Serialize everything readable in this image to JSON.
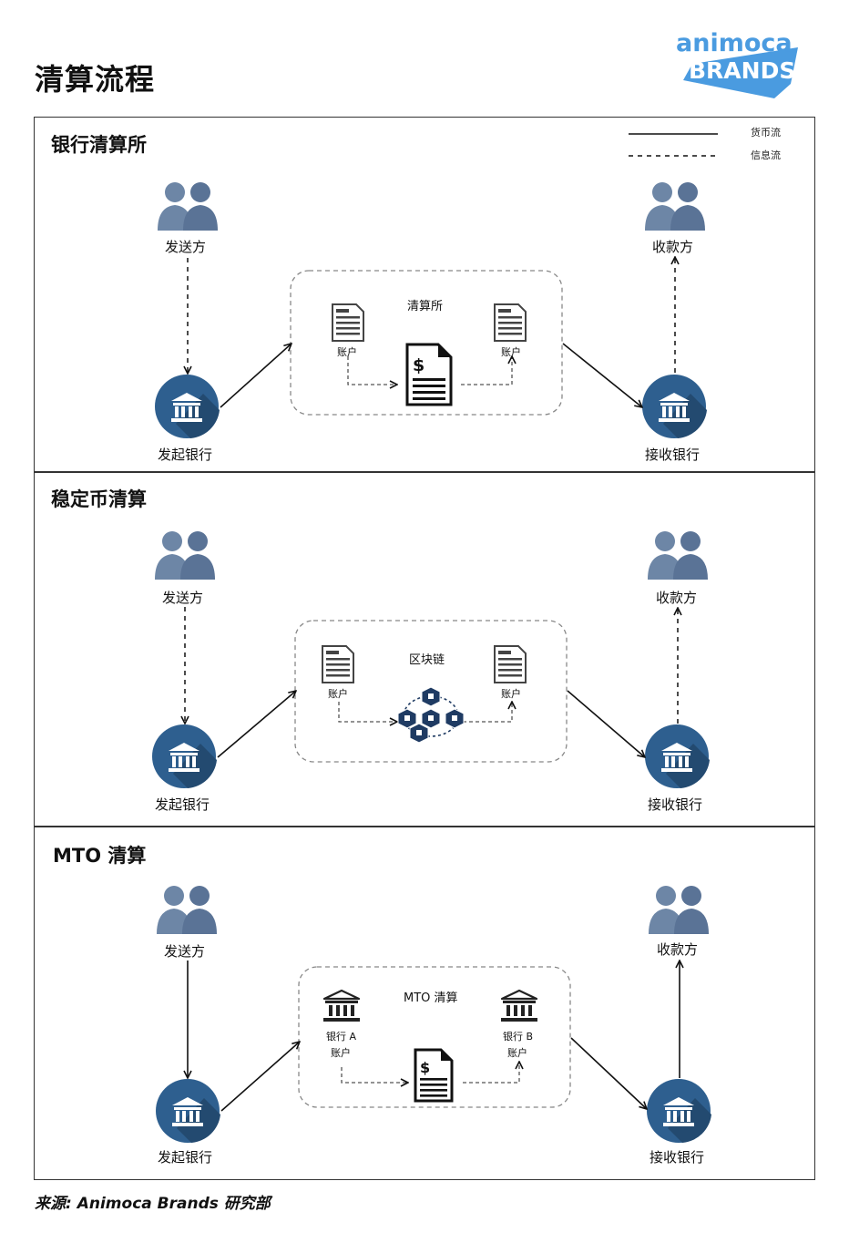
{
  "page": {
    "title": "清算流程"
  },
  "logo": {
    "line1": "animoca",
    "line2": "BRANDS"
  },
  "legend": {
    "money": "货币流",
    "info": "信息流"
  },
  "labels": {
    "sender": "发送方",
    "receiver": "收款方",
    "sending_bank": "发起银行",
    "receiving_bank": "接收银行",
    "account": "账户"
  },
  "panels": [
    {
      "title": "银行清算所",
      "center": "清算所"
    },
    {
      "title": "稳定币清算",
      "center": "区块链"
    },
    {
      "title": "MTO 清算",
      "center": "MTO 清算",
      "bank_a": "银行 A",
      "bank_b": "银行 B"
    }
  ],
  "footer": {
    "source": "来源: Animoca Brands 研究部"
  },
  "colors": {
    "bank_circle": "#2e5f8f",
    "person": "#6d86a6",
    "doc": "#444444",
    "logo_blue": "#4a9be0"
  }
}
